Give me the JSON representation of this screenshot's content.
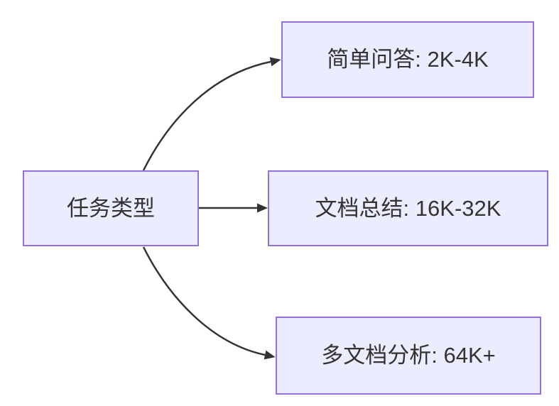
{
  "diagram": {
    "type": "flowchart-left-to-right",
    "root": {
      "label": "任务类型"
    },
    "branches": [
      {
        "id": "simple-qa",
        "label": "简单问答: 2K-4K"
      },
      {
        "id": "doc-summary",
        "label": "文档总结: 16K-32K"
      },
      {
        "id": "multi-doc",
        "label": "多文档分析: 64K+"
      }
    ],
    "edges": [
      {
        "from": "任务类型",
        "to": "简单问答: 2K-4K"
      },
      {
        "from": "任务类型",
        "to": "文档总结: 16K-32K"
      },
      {
        "from": "任务类型",
        "to": "多文档分析: 64K+"
      }
    ],
    "colors": {
      "node_fill": "#ECECFF",
      "node_border": "#9370DB",
      "edge_color": "#333333",
      "text_color": "#333333",
      "canvas_bg": "#FFFFFF"
    }
  }
}
